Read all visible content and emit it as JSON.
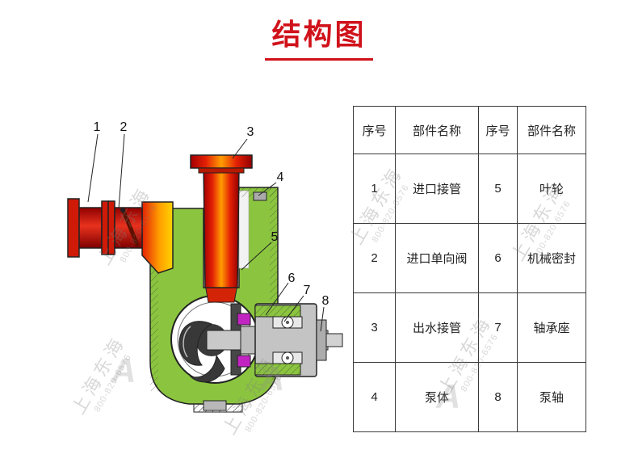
{
  "page": {
    "title": "结构图"
  },
  "diagram": {
    "labels": [
      "1",
      "2",
      "3",
      "4",
      "5",
      "6",
      "7",
      "8"
    ]
  },
  "table": {
    "headers": [
      "序号",
      "部件名称",
      "序号",
      "部件名称"
    ],
    "rows": [
      [
        "1",
        "进口接管",
        "5",
        "叶轮"
      ],
      [
        "2",
        "进口单向阀",
        "6",
        "机械密封"
      ],
      [
        "3",
        "出水接管",
        "7",
        "轴承座"
      ],
      [
        "4",
        "泵体",
        "8",
        "泵轴"
      ]
    ]
  },
  "watermark": {
    "brand": "上海东海",
    "phone": "800-820-6576",
    "logo_glyph": "A"
  },
  "colors": {
    "title_red": "#d0121b",
    "pipe_red": "#d42408",
    "pipe_orange": "#ff9c00",
    "casing_green": "#8bc53f",
    "seal_magenta": "#c224c2",
    "metal_gray": "#c4c4c4"
  }
}
